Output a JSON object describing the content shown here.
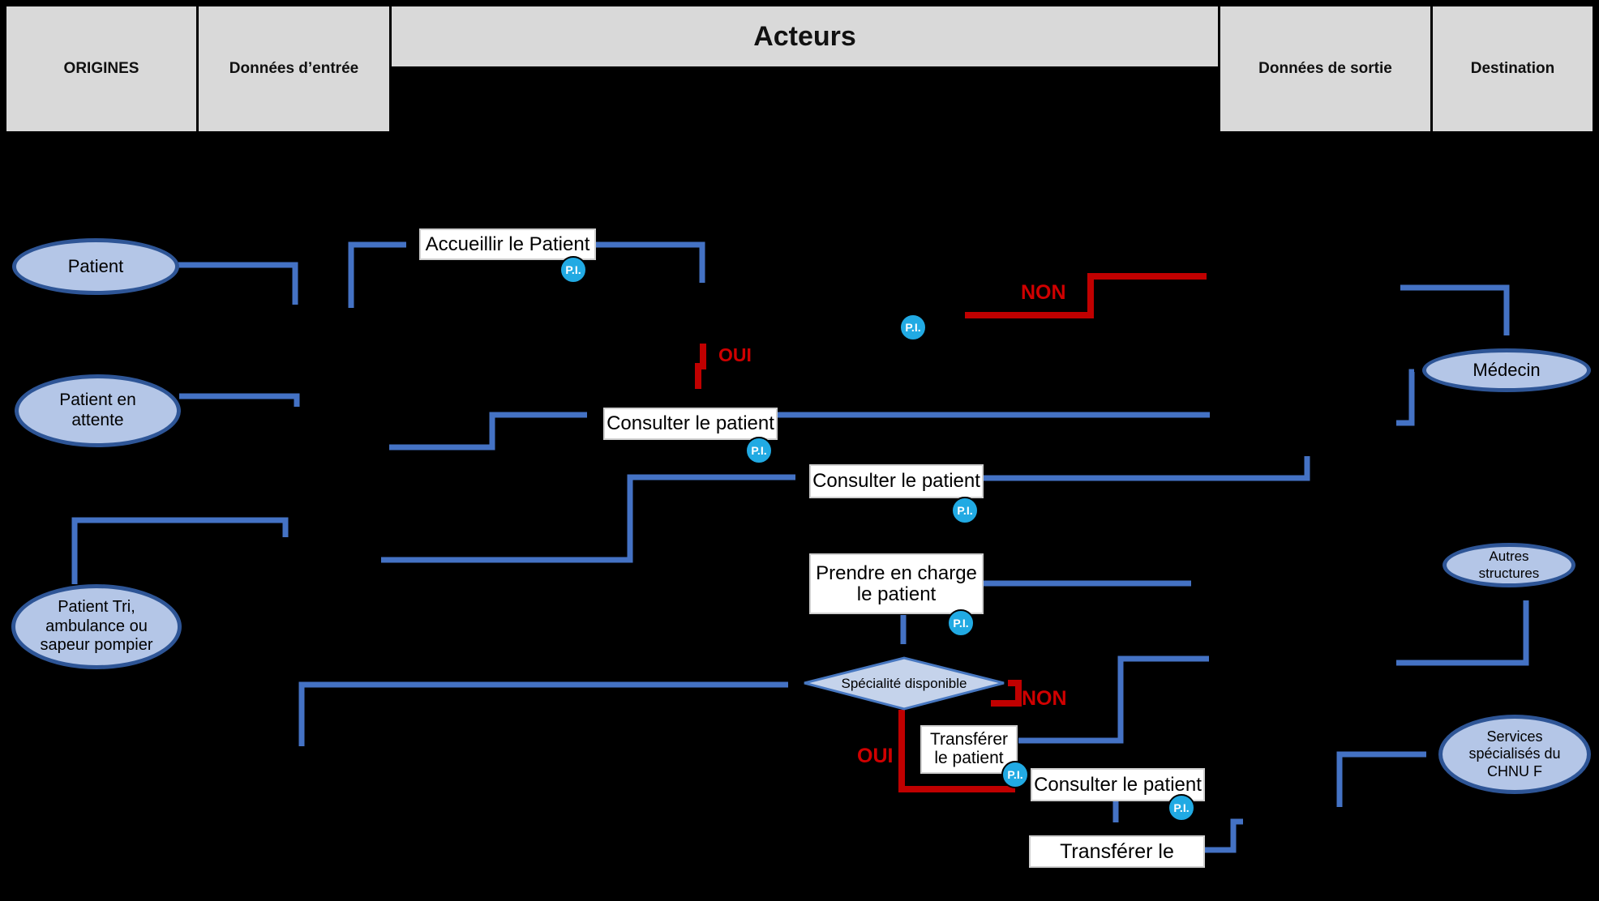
{
  "header": {
    "origines": "ORIGINES",
    "donnees_entree": "Données d’entrée",
    "acteurs": "Acteurs",
    "donnees_sortie": "Données de sortie",
    "destination": "Destination"
  },
  "origins": [
    {
      "label": "Patient"
    },
    {
      "label": "Patient en attente"
    },
    {
      "label": "Patient  Tri, ambulance ou sapeur pompier"
    }
  ],
  "destinations": [
    {
      "label": "Médecin"
    },
    {
      "label": "Autres structures"
    },
    {
      "label": "Services spécialisés du CHNU F"
    }
  ],
  "processes": [
    {
      "label": "Accueillir le Patient"
    },
    {
      "label": "Consulter le patient"
    },
    {
      "label": "Consulter le patient"
    },
    {
      "label": "Prendre en charge le patient"
    },
    {
      "label": "Transférer le patient"
    },
    {
      "label": "Consulter le patient"
    },
    {
      "label": "Transférer le"
    }
  ],
  "decision": {
    "label": "Spécialité disponible"
  },
  "branches": {
    "oui_top": "OUI",
    "non_top": "NON",
    "oui_bottom": "OUI",
    "non_bottom": "NON"
  },
  "badge_label": "P.I.",
  "colors": {
    "background": "#000000",
    "header_fill": "#d9d9d9",
    "arrow_blue": "#4472c4",
    "arrow_red": "#c00000",
    "ellipse_fill": "#b4c6e7",
    "ellipse_stroke": "#2e5596",
    "decision_fill": "#c5d3eb",
    "decision_stroke": "#4777c0",
    "badge_fill": "#21aae3"
  }
}
